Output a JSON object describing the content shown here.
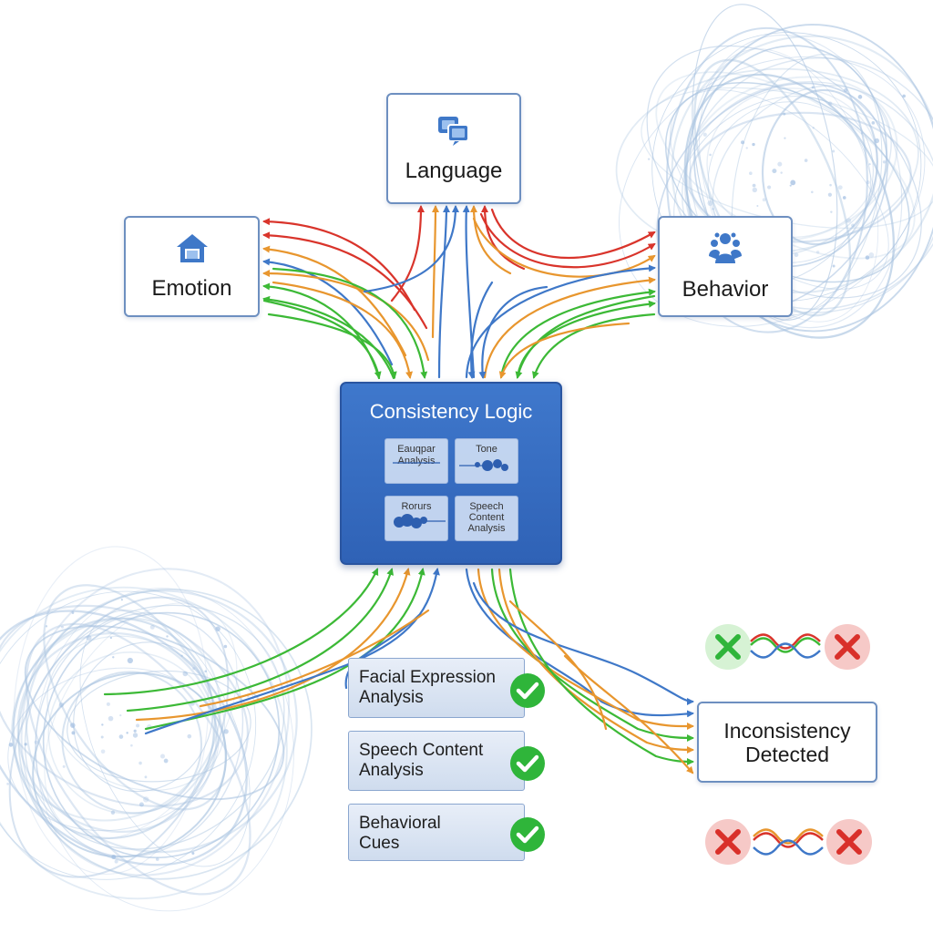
{
  "nodes": {
    "language": {
      "label": "Language",
      "icon": "chat-bubbles-icon"
    },
    "emotion": {
      "label": "Emotion",
      "icon": "home-icon"
    },
    "behavior": {
      "label": "Behavior",
      "icon": "person-group-icon"
    },
    "inconsistency": {
      "line1": "Inconsistency",
      "line2": "Detected"
    }
  },
  "core": {
    "title": "Consistency Logic",
    "tiles": [
      {
        "line1": "Eauqpar",
        "line2": "Analysis"
      },
      {
        "line1": "Tone",
        "line2": ""
      },
      {
        "line1": "Rorurs",
        "line2": ""
      },
      {
        "line1": "Speech",
        "line2": "Content",
        "line3": "Analysis"
      }
    ]
  },
  "checklist": [
    {
      "line1": "Facial Expression",
      "line2": "Analysis",
      "status": "check-icon"
    },
    {
      "line1": "Speech Content",
      "line2": "Analysis",
      "status": "check-icon"
    },
    {
      "line1": "Behavioral",
      "line2": "Cues",
      "status": "check-icon"
    }
  ],
  "colors": {
    "red": "#d9342b",
    "orange": "#e8962e",
    "green": "#3cb936",
    "blue": "#3f78c8",
    "core": "#3567bb",
    "check": "#2fb53a",
    "cross": "#d9302a"
  }
}
